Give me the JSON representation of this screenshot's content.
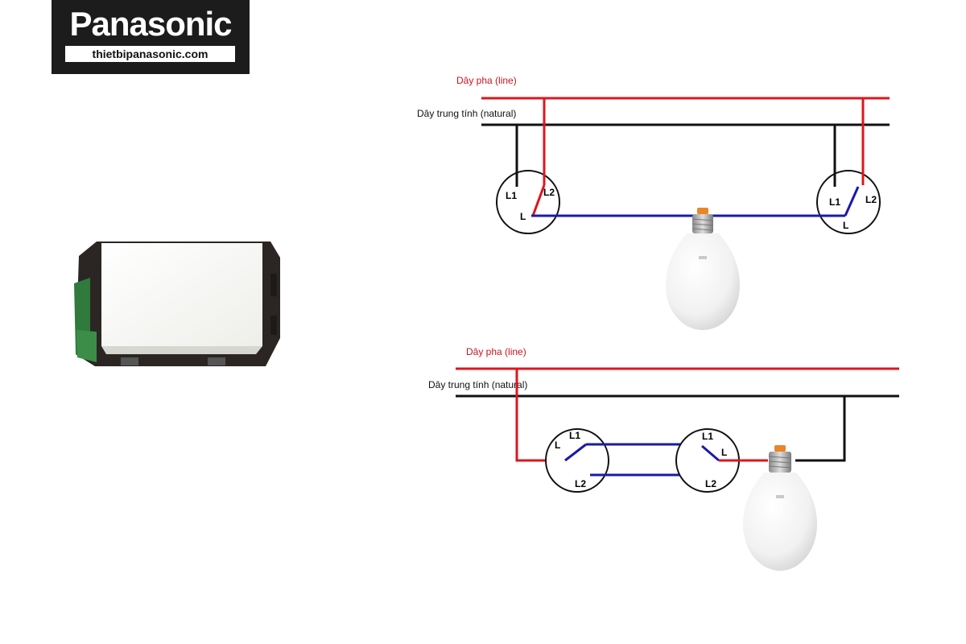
{
  "logo": {
    "brand": "Panasonic",
    "url": "thietbipanasonic.com"
  },
  "colors": {
    "line_wire": "#e0141e",
    "neutral_wire": "#111111",
    "link_wire": "#1a1aa8",
    "label_red": "#c8141e",
    "logo_bg": "#1c1c1c"
  },
  "diagram_top": {
    "line_label": "Dây pha (line)",
    "neutral_label": "Dây trung tính (natural)",
    "switch_left": {
      "l1": "L1",
      "l2": "L2",
      "l": "L"
    },
    "switch_right": {
      "l1": "L1",
      "l2": "L2",
      "l": "L"
    }
  },
  "diagram_bottom": {
    "line_label": "Dây pha (line)",
    "neutral_label": "Dây trung tính (natural)",
    "switch_left": {
      "l1": "L1",
      "l2": "L2",
      "l": "L"
    },
    "switch_right": {
      "l1": "L1",
      "l2": "L2",
      "l": "L"
    }
  },
  "icons": [
    "switch-module-image",
    "led-bulb-icon",
    "led-bulb-icon"
  ]
}
